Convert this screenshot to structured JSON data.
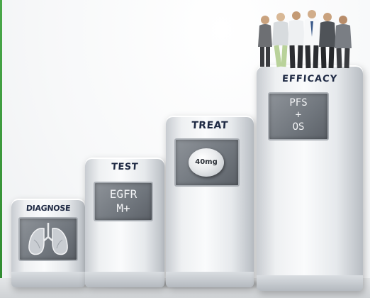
{
  "steps": [
    {
      "label": "DIAGNOSE",
      "panel_icon": "lungs-icon"
    },
    {
      "label": "TEST",
      "panel_lines": [
        "EGFR",
        "M+"
      ]
    },
    {
      "label": "TREAT",
      "pill_text": "40mg"
    },
    {
      "label": "EFFICACY",
      "panel_lines": [
        "PFS",
        "+",
        "OS"
      ]
    }
  ],
  "colors": {
    "label_text": "#1f2a44",
    "panel_fill": "#70767d",
    "panel_text": "#f2f3f5",
    "left_edge": "#3a9a3a"
  }
}
